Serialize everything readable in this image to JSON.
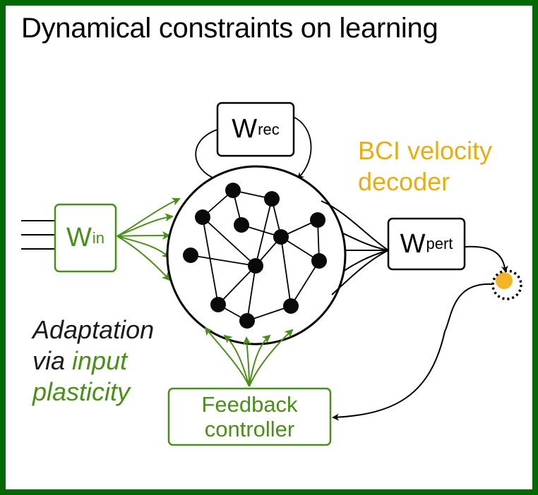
{
  "title": "Dynamical constraints on learning",
  "colors": {
    "frame": "#006a00",
    "green": "#4a8f17",
    "decoder": "#e9ae0e",
    "cursor": "#f2b528",
    "black": "#000000"
  },
  "boxes": {
    "w_rec": {
      "main": "W",
      "sub": "rec"
    },
    "w_in": {
      "main": "W",
      "sub": "in"
    },
    "w_pert": {
      "main": "W",
      "sub": "pert"
    },
    "feedback": {
      "line1": "Feedback",
      "line2": "controller"
    }
  },
  "decoder_label": {
    "line1": "BCI velocity",
    "line2": "decoder"
  },
  "adaptation_label": {
    "line1": "Adaptation",
    "line2_prefix": "via ",
    "line2_green": "input",
    "line3_green": "plasticity"
  },
  "network": {
    "node_count": 12,
    "input_line_count": 3,
    "input_arrow_count": 5,
    "output_line_count": 5,
    "feedback_arrow_count": 5
  },
  "icons": [
    "recurrent-loop-arrow",
    "network-node",
    "cursor-target-icon"
  ]
}
